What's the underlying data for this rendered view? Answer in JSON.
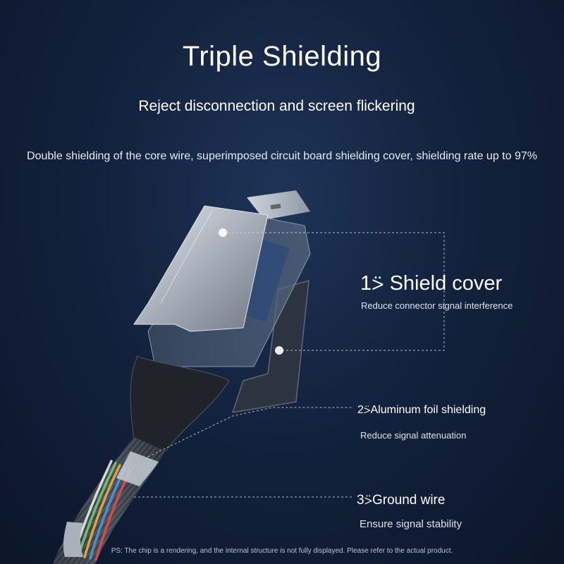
{
  "header": {
    "title": "Triple Shielding",
    "subtitle": "Reject disconnection and screen flickering",
    "description": "Double shielding of the core wire, superimposed circuit board shielding cover, shielding rate up to 97%"
  },
  "features": [
    {
      "title": "1⍩ Shield cover",
      "description": "Reduce connector signal interference"
    },
    {
      "title": "2⍩Aluminum foil shielding",
      "description": "Reduce signal attenuation"
    },
    {
      "title": "3⍩Ground wire",
      "description": "Ensure signal stability"
    }
  ],
  "footnote": "PS: The chip is a rendering, and the internal structure is not fully displayed. Please refer to the actual product.",
  "colors": {
    "background": "#13223d",
    "text": "#ffffff",
    "metal": "#b9c0c9",
    "callout_line": "#c9d3e0"
  }
}
